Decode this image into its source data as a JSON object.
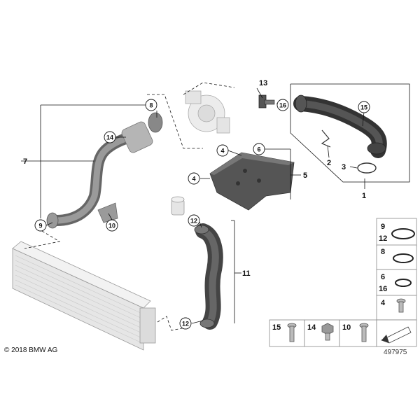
{
  "labels": {
    "l1": "1",
    "l2": "2",
    "l3": "3",
    "l4a": "4",
    "l4b": "4",
    "l5": "5",
    "l6": "6",
    "l7": "7",
    "l8": "8",
    "l9": "9",
    "l10": "10",
    "l11": "11",
    "l12a": "12",
    "l12b": "12",
    "l13": "13",
    "l14": "14",
    "l15": "15",
    "l16": "16"
  },
  "side_panel": {
    "p1_top": "9",
    "p1_bot": "12",
    "p2": "8",
    "p3_top": "6",
    "p3_bot": "16",
    "p4": "4"
  },
  "bottom_panel": {
    "b1": "15",
    "b2": "14",
    "b3": "10"
  },
  "copyright": "© 2018 BMW AG",
  "diagram_number": "497975"
}
